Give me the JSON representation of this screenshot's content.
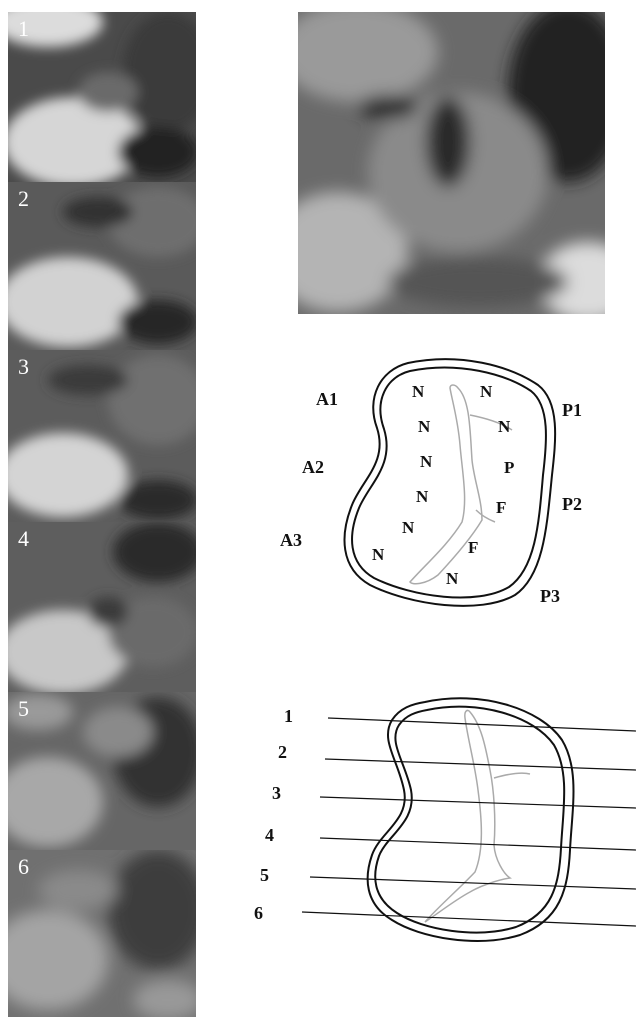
{
  "slices": {
    "labels": [
      "1",
      "2",
      "3",
      "4",
      "5",
      "6"
    ]
  },
  "segment_labels": {
    "anterior": [
      "A1",
      "A2",
      "A3"
    ],
    "posterior": [
      "P1",
      "P2",
      "P3"
    ]
  },
  "region_labels": {
    "n": "N",
    "p": "P",
    "f": "F"
  },
  "slice_lines": {
    "labels": [
      "1",
      "2",
      "3",
      "4",
      "5",
      "6"
    ]
  }
}
